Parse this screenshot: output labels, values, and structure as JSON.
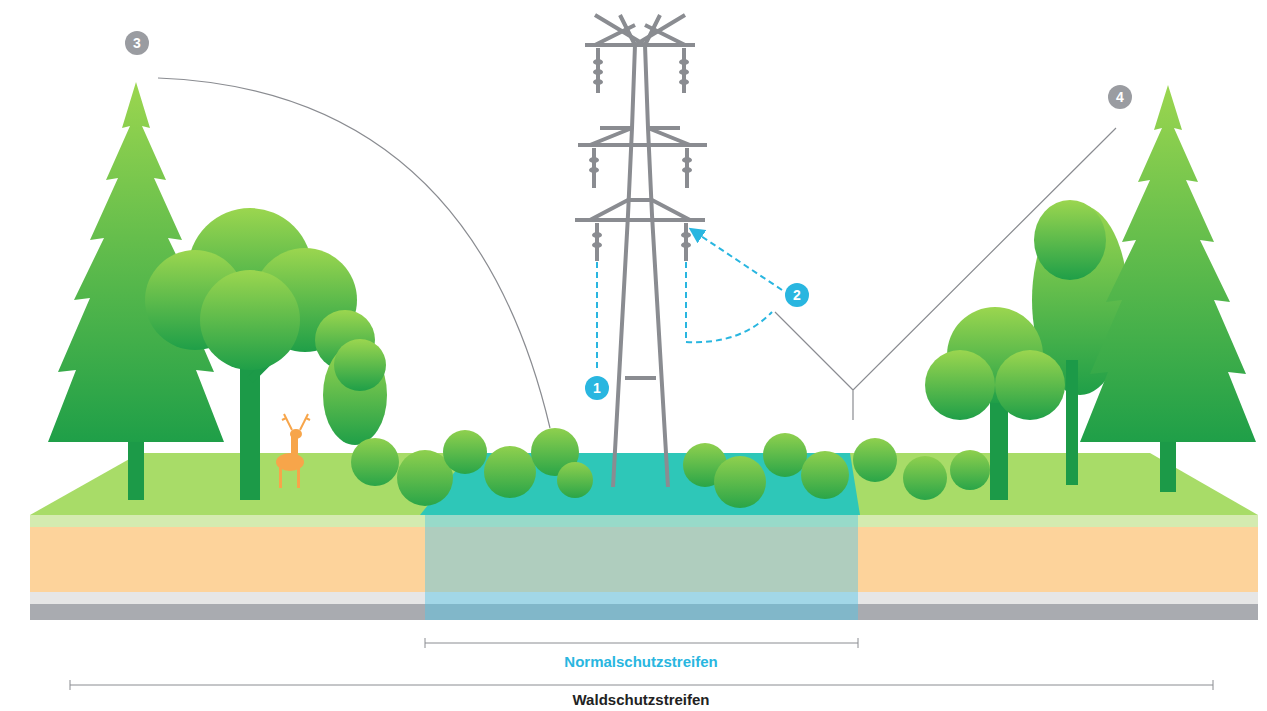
{
  "diagram": {
    "labels": [
      "3",
      "1",
      "2",
      "4",
      "Normalschutzstreifen",
      "Waldschutzstreifen"
    ]
  }
}
